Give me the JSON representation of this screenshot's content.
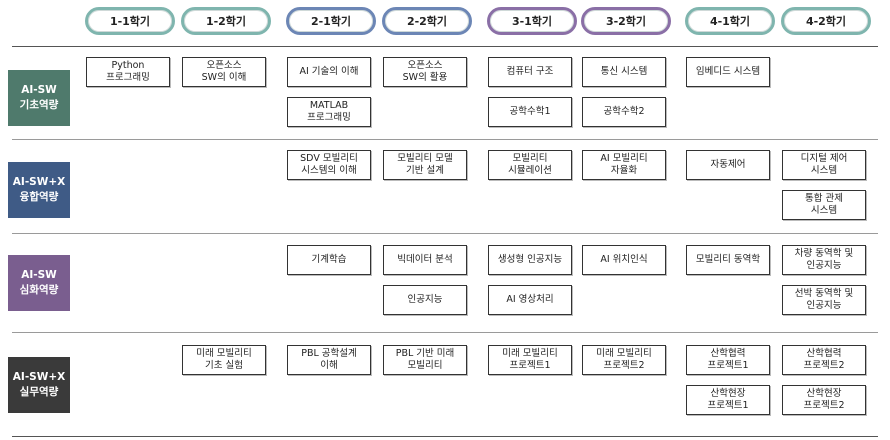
{
  "semesters": [
    "1-1학기",
    "1-2학기",
    "2-1학기",
    "2-2학기",
    "3-1학기",
    "3-2학기",
    "4-1학기",
    "4-2학기"
  ],
  "categories": [
    {
      "line1": "AI-SW",
      "line2": "기초역량",
      "color": "#4f7a6c"
    },
    {
      "line1": "AI-SW+X",
      "line2": "융합역량",
      "color": "#3f5b86"
    },
    {
      "line1": "AI-SW",
      "line2": "심화역량",
      "color": "#7a5e8f"
    },
    {
      "line1": "AI-SW+X",
      "line2": "실무역량",
      "color": "#3a3a3a"
    }
  ],
  "courses": [
    {
      "text": "Python\n프로그래밍",
      "row": 0,
      "col": 0,
      "slot": 0
    },
    {
      "text": "오픈소스\nSW의 이해",
      "row": 0,
      "col": 1,
      "slot": 0
    },
    {
      "text": "AI 기술의 이해",
      "row": 0,
      "col": 2,
      "slot": 0
    },
    {
      "text": "MATLAB\n프로그래밍",
      "row": 0,
      "col": 2,
      "slot": 1
    },
    {
      "text": "오픈소스\nSW의 활용",
      "row": 0,
      "col": 3,
      "slot": 0
    },
    {
      "text": "컴퓨터 구조",
      "row": 0,
      "col": 4,
      "slot": 0
    },
    {
      "text": "공학수학1",
      "row": 0,
      "col": 4,
      "slot": 1
    },
    {
      "text": "통신 시스템",
      "row": 0,
      "col": 5,
      "slot": 0
    },
    {
      "text": "공학수학2",
      "row": 0,
      "col": 5,
      "slot": 1
    },
    {
      "text": "임베디드 시스템",
      "row": 0,
      "col": 6,
      "slot": 0
    },
    {
      "text": "SDV 모빌리티\n시스템의 이해",
      "row": 1,
      "col": 2,
      "slot": 0
    },
    {
      "text": "모빌리티 모델\n기반 설계",
      "row": 1,
      "col": 3,
      "slot": 0
    },
    {
      "text": "모빌리티\n시뮬레이션",
      "row": 1,
      "col": 4,
      "slot": 0
    },
    {
      "text": "AI 모빌리티\n자율화",
      "row": 1,
      "col": 5,
      "slot": 0
    },
    {
      "text": "자동제어",
      "row": 1,
      "col": 6,
      "slot": 0
    },
    {
      "text": "디지털 제어\n시스템",
      "row": 1,
      "col": 7,
      "slot": 0
    },
    {
      "text": "통합 관제\n시스템",
      "row": 1,
      "col": 7,
      "slot": 1
    },
    {
      "text": "기계학습",
      "row": 2,
      "col": 2,
      "slot": 0
    },
    {
      "text": "빅데이터 분석",
      "row": 2,
      "col": 3,
      "slot": 0
    },
    {
      "text": "인공지능",
      "row": 2,
      "col": 3,
      "slot": 1
    },
    {
      "text": "생성형 인공지능",
      "row": 2,
      "col": 4,
      "slot": 0
    },
    {
      "text": "AI 영상처리",
      "row": 2,
      "col": 4,
      "slot": 1
    },
    {
      "text": "AI 위치인식",
      "row": 2,
      "col": 5,
      "slot": 0
    },
    {
      "text": "모빌리티 동역학",
      "row": 2,
      "col": 6,
      "slot": 0
    },
    {
      "text": "차량 동역학 및\n인공지능",
      "row": 2,
      "col": 7,
      "slot": 0
    },
    {
      "text": "선박 동역학 및\n인공지능",
      "row": 2,
      "col": 7,
      "slot": 1
    },
    {
      "text": "미래 모빌리티\n기초 실험",
      "row": 3,
      "col": 1,
      "slot": 0
    },
    {
      "text": "PBL 공학설계\n이해",
      "row": 3,
      "col": 2,
      "slot": 0
    },
    {
      "text": "PBL 기반 미래\n모빌리티",
      "row": 3,
      "col": 3,
      "slot": 0
    },
    {
      "text": "미래 모빌리티\n프로젝트1",
      "row": 3,
      "col": 4,
      "slot": 0
    },
    {
      "text": "미래 모빌리티\n프로젝트2",
      "row": 3,
      "col": 5,
      "slot": 0
    },
    {
      "text": "산학협력\n프로젝트1",
      "row": 3,
      "col": 6,
      "slot": 0
    },
    {
      "text": "산학현장\n프로젝트1",
      "row": 3,
      "col": 6,
      "slot": 1
    },
    {
      "text": "산학협력\n프로젝트2",
      "row": 3,
      "col": 7,
      "slot": 0
    },
    {
      "text": "산학현장\n프로젝트2",
      "row": 3,
      "col": 7,
      "slot": 1
    }
  ]
}
